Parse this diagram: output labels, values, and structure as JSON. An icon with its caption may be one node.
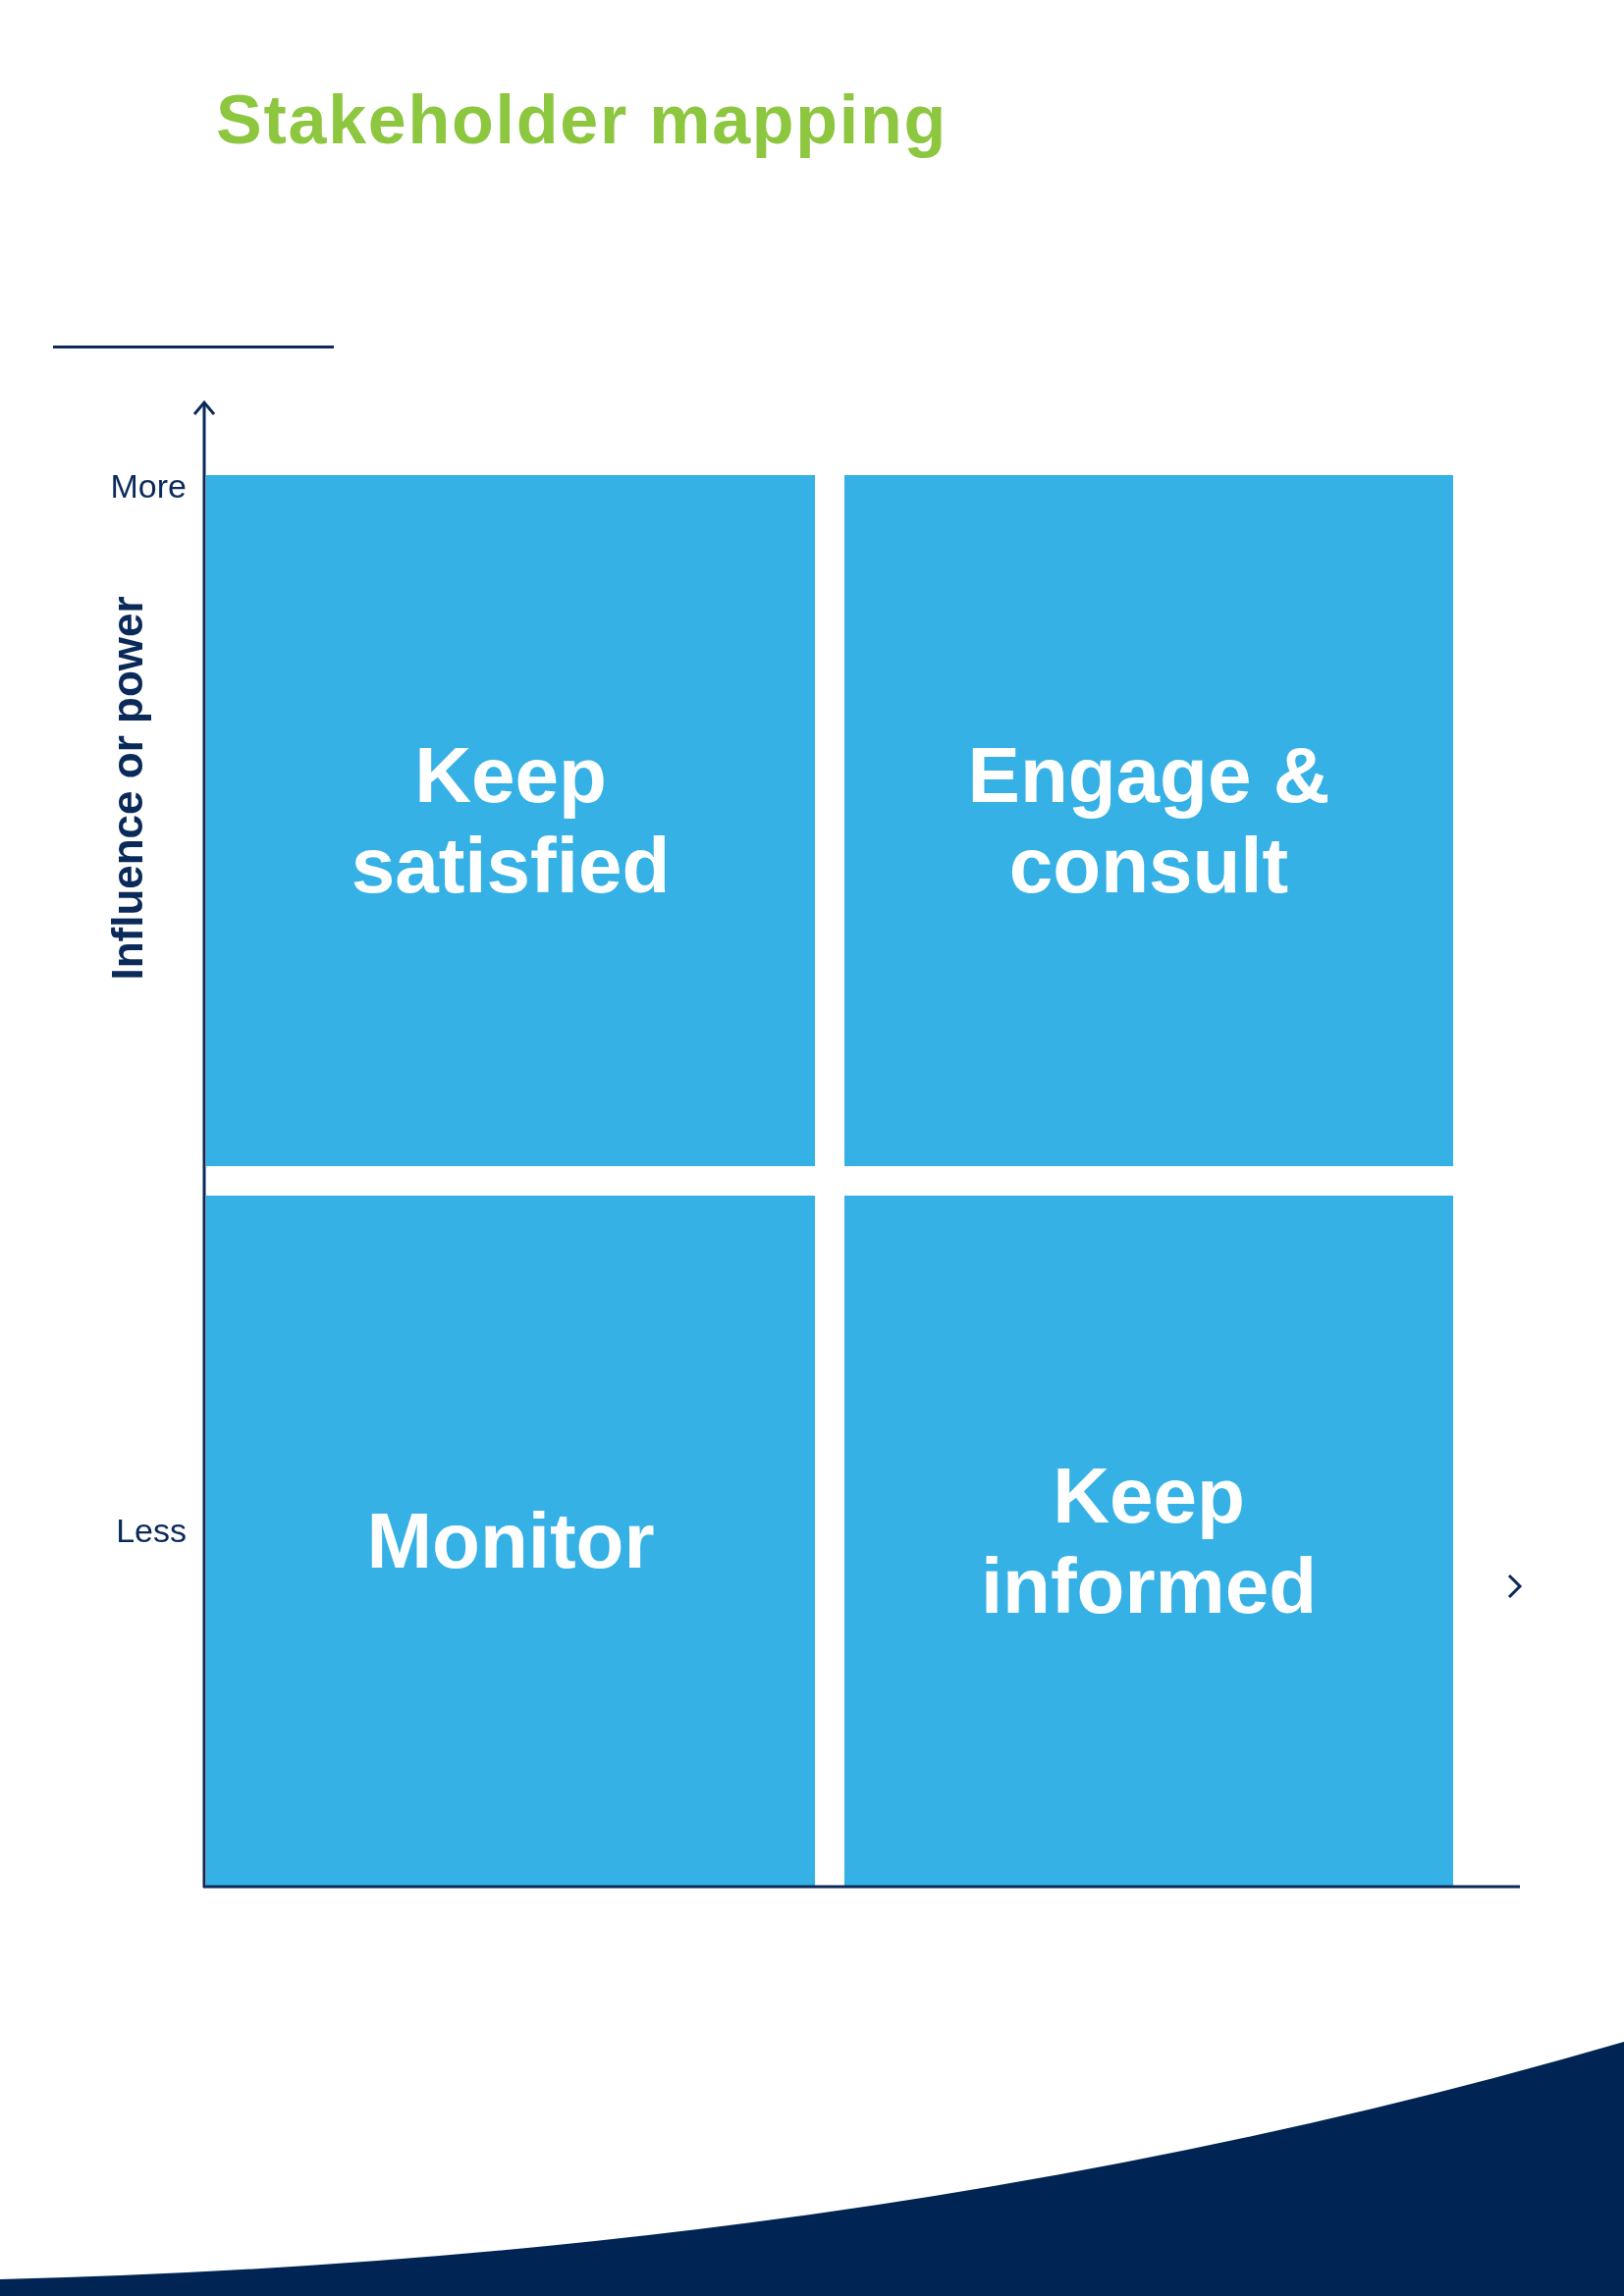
{
  "diagram": {
    "title": "Stakeholder mapping",
    "nodes": [
      {
        "text": [
          "Keep satisfied"
        ]
      },
      {
        "text": [
          "Engage & consult"
        ]
      },
      {
        "text": [
          "Monitor"
        ]
      },
      {
        "text": [
          "Keep informed"
        ]
      }
    ],
    "labels": [
      "More",
      "Less",
      "Influence or power"
    ]
  }
}
